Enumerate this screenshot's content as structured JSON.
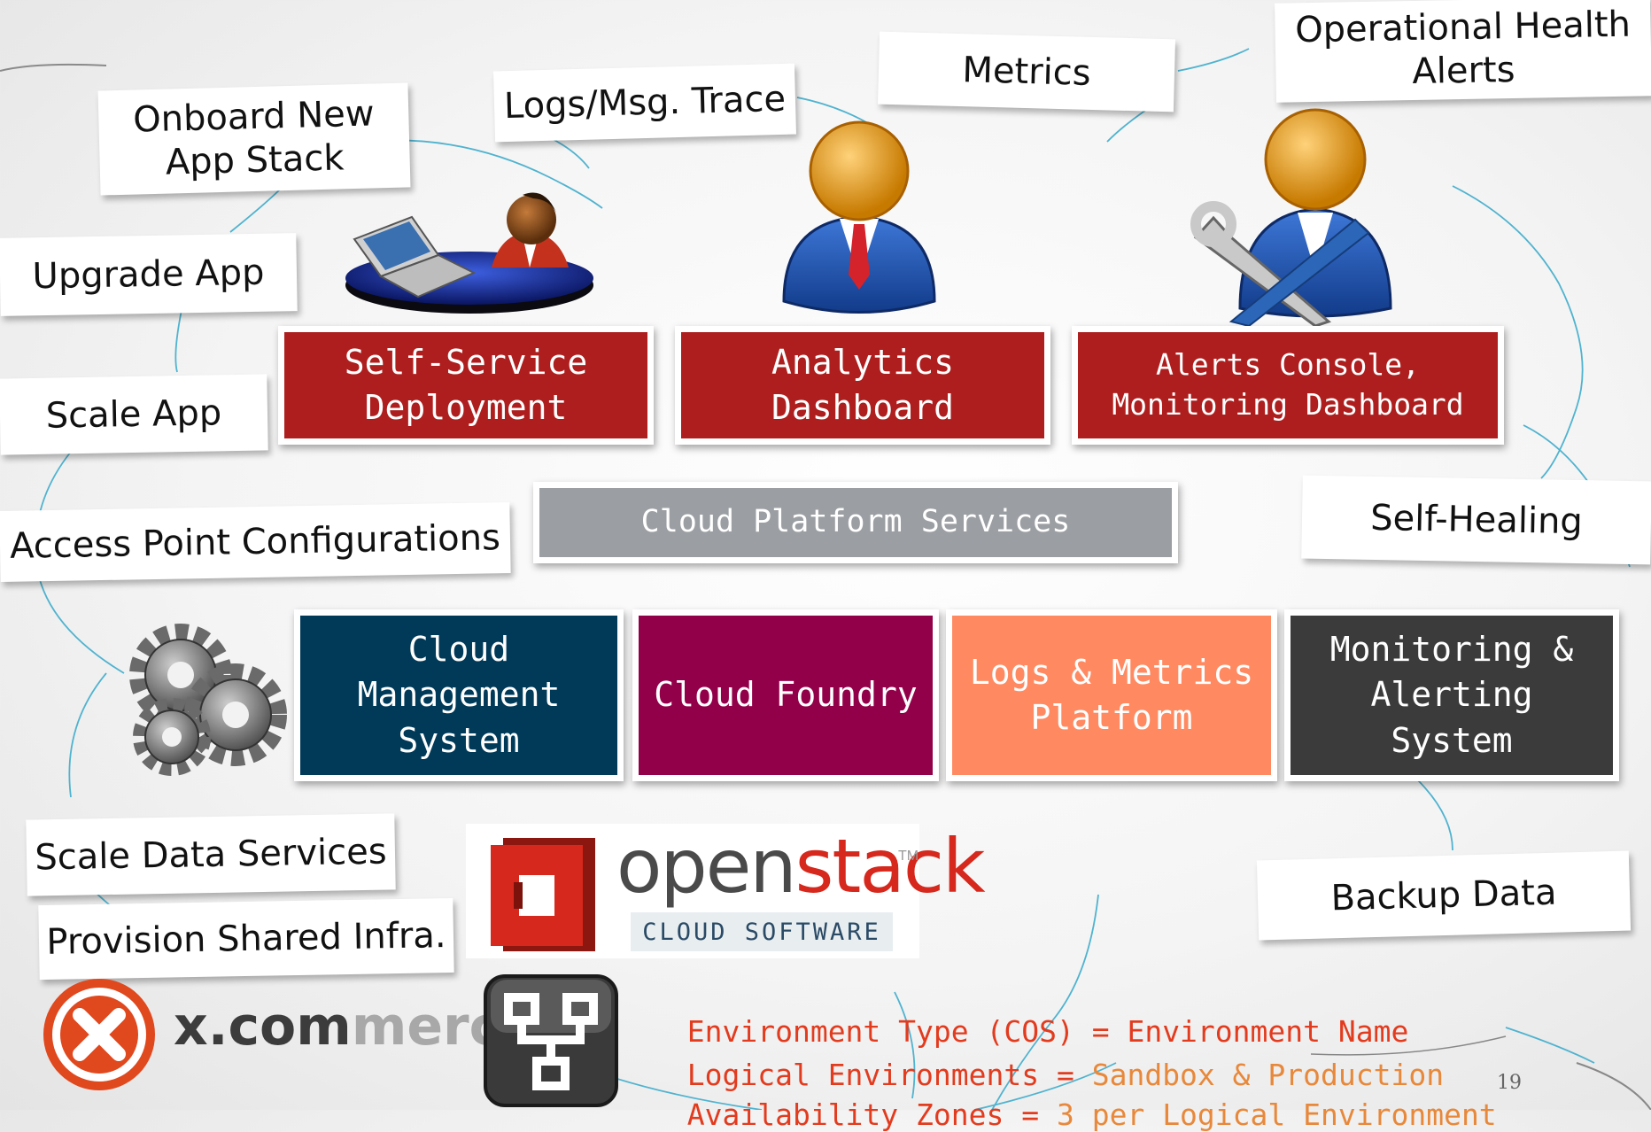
{
  "labels": {
    "onboard": "Onboard New App Stack",
    "logs_trace": "Logs/Msg. Trace",
    "metrics": "Metrics",
    "operational_health": "Operational Health Alerts",
    "upgrade_app": "Upgrade App",
    "scale_app": "Scale App",
    "access_point": "Access Point Configurations",
    "self_healing": "Self-Healing",
    "scale_data": "Scale Data Services",
    "provision_infra": "Provision Shared Infra.",
    "backup_data": "Backup Data"
  },
  "consoles": {
    "self_service": "Self-Service\nDeployment",
    "analytics": "Analytics\nDashboard",
    "alerts_console": "Alerts Console,\nMonitoring Dashboard"
  },
  "platform": {
    "label": "Cloud Platform Services"
  },
  "systems": {
    "cms": "Cloud\nManagement\nSystem",
    "cloud_foundry": "Cloud Foundry",
    "logs_metrics": "Logs & Metrics\nPlatform",
    "monitoring": "Monitoring &\nAlerting\nSystem"
  },
  "openstack": {
    "word_a": "open",
    "word_b": "stack",
    "tm": "TM",
    "sub": "CLOUD SOFTWARE"
  },
  "xcommerce": {
    "text_a": "x.com",
    "text_b": "merce"
  },
  "environment": {
    "line1_a": "Environment Type (COS) = ",
    "line1_b": "Environment Name",
    "line2_a": "Logical Environments = ",
    "line2_b": "Sandbox & Production",
    "line3_a": "Availability Zones = ",
    "line3_b": "3 per Logical Environment"
  },
  "page_number": "19",
  "colors": {
    "red": "#ae1e1e",
    "teal": "#003a58",
    "maroon": "#93004a",
    "salmon": "#ff8a62",
    "charcoal": "#3b3b3b",
    "gray": "#9b9ea2",
    "env_red": "#e23b1e",
    "env_orange": "#e8883a"
  }
}
